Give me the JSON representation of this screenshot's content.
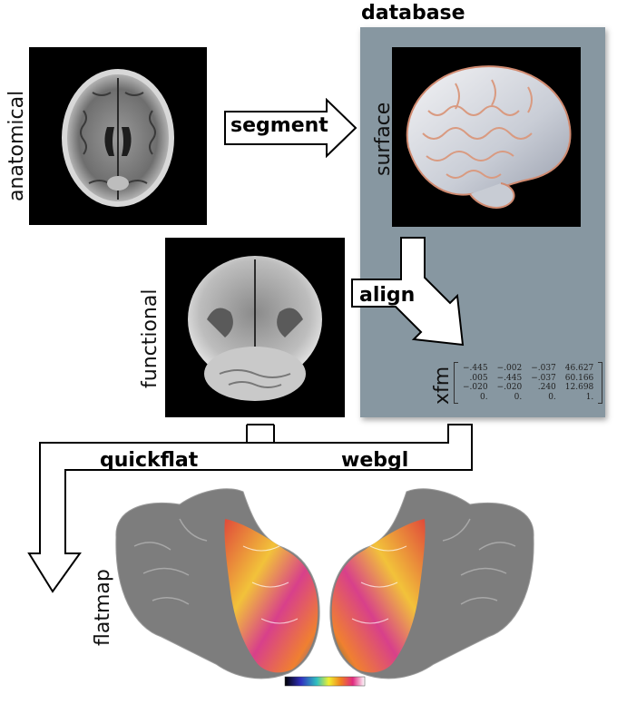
{
  "database": {
    "title": "database"
  },
  "labels": {
    "anatomical": "anatomical",
    "surface": "surface",
    "functional": "functional",
    "xfm": "xfm",
    "flatmap": "flatmap"
  },
  "arrows": {
    "segment": "segment",
    "align": "align",
    "quickflat": "quickflat",
    "webgl": "webgl"
  },
  "xfm_matrix": [
    [
      "−.445",
      "−.002",
      "−.037",
      "46.627"
    ],
    [
      ".005",
      "−.445",
      "−.037",
      "60.166"
    ],
    [
      "−.020",
      "−.020",
      ".240",
      "12.698"
    ],
    [
      "0.",
      "0.",
      "0.",
      "1."
    ]
  ],
  "colors": {
    "database_panel": "#8797a1",
    "arrow_fill": "#ffffff",
    "arrow_stroke": "#000000",
    "brain_gray": "#7a7a7a"
  }
}
